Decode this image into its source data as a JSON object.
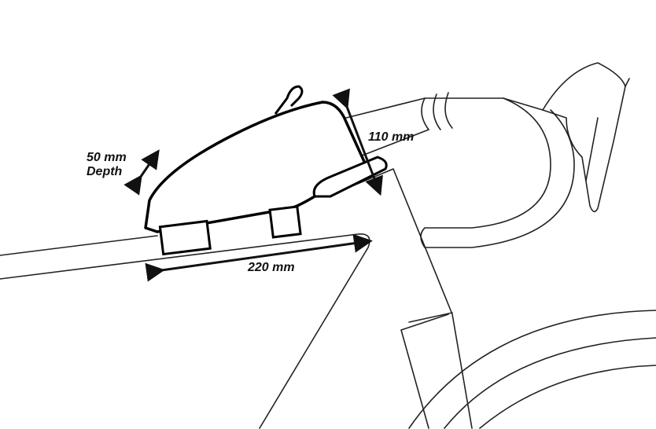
{
  "labels": {
    "depth_value": "50 mm",
    "depth_caption": "Depth",
    "height_value": "110 mm",
    "length_value": "220 mm"
  },
  "colors": {
    "line": "#222222",
    "bag": "#000000",
    "background": "#ffffff"
  }
}
